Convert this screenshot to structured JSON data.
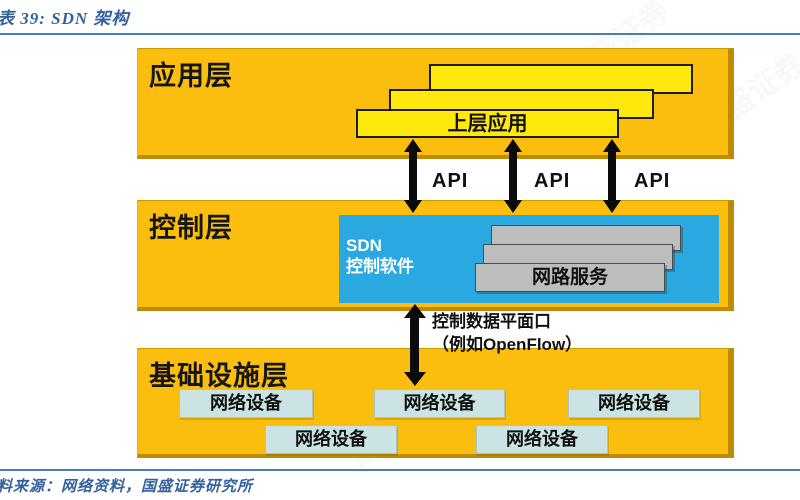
{
  "header": {
    "title": "表 39: SDN 架构"
  },
  "footer": {
    "source": "料来源：网络资料，国盛证券研究所"
  },
  "watermark": {
    "text": "国盛证券"
  },
  "colors": {
    "layer_orange": "#FBBE0E",
    "layer_shadow": "#BD8B05",
    "app_box_yellow": "#FFE90C",
    "control_blue": "#29A9DF",
    "service_gray": "#BDBDBD",
    "device_teal": "#CBE3E3",
    "title_blue": "#33619E",
    "divider_blue": "#4A7CC0",
    "arrow_black": "#0B0B0B"
  },
  "diagram": {
    "app_layer": {
      "label": "应用层",
      "box_label": "上层应用"
    },
    "api_labels": [
      "API",
      "API",
      "API"
    ],
    "control_layer": {
      "label": "控制层",
      "sdn_line1": "SDN",
      "sdn_line2": "控制软件",
      "service_label": "网路服务"
    },
    "mid_arrow": {
      "line1": "控制数据平面口",
      "line2": "（例如OpenFlow）"
    },
    "infra_layer": {
      "label": "基础设施层",
      "devices": [
        "网络设备",
        "网络设备",
        "网络设备",
        "网络设备",
        "网络设备"
      ]
    }
  }
}
